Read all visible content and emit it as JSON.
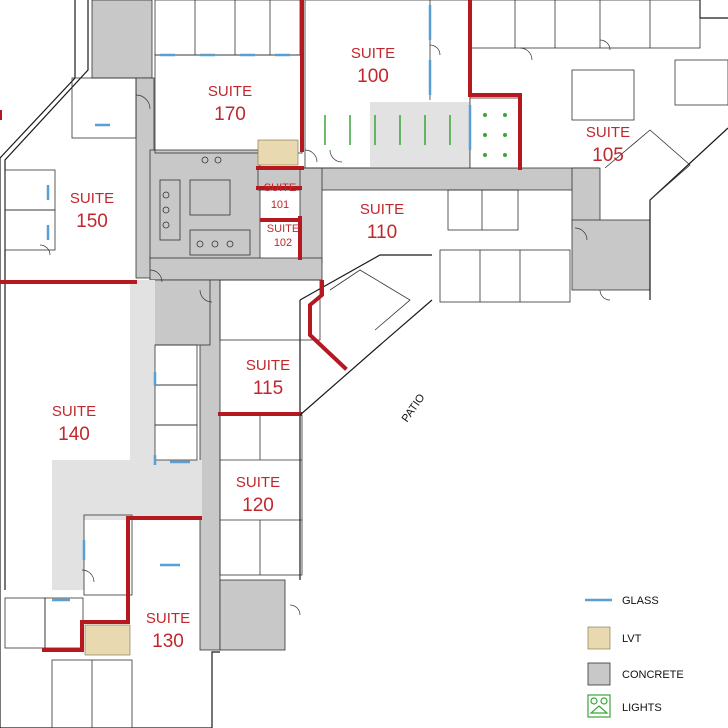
{
  "suites": [
    {
      "id": "s170",
      "word": "SUITE",
      "num": "170"
    },
    {
      "id": "s100",
      "word": "SUITE",
      "num": "100"
    },
    {
      "id": "s105",
      "word": "SUITE",
      "num": "105"
    },
    {
      "id": "s150",
      "word": "SUITE",
      "num": "150"
    },
    {
      "id": "s110",
      "word": "SUITE",
      "num": "110"
    },
    {
      "id": "s101",
      "word": "SUITE",
      "num": "101"
    },
    {
      "id": "s102",
      "word": "SUITE",
      "num": "102"
    },
    {
      "id": "s115",
      "word": "SUITE",
      "num": "115"
    },
    {
      "id": "s140",
      "word": "SUITE",
      "num": "140"
    },
    {
      "id": "s120",
      "word": "SUITE",
      "num": "120"
    },
    {
      "id": "s130",
      "word": "SUITE",
      "num": "130"
    }
  ],
  "patio_label": "PATIO",
  "legend": {
    "glass": "GLASS",
    "lvt": "LVT",
    "concrete": "CONCRETE",
    "lights": "LIGHTS"
  },
  "colors": {
    "suite_boundary": "#b5181f",
    "glass": "#5a9fd4",
    "concrete": "#c8c8c8",
    "lvt": "#e8d9b0",
    "lights": "#3aa53a"
  }
}
